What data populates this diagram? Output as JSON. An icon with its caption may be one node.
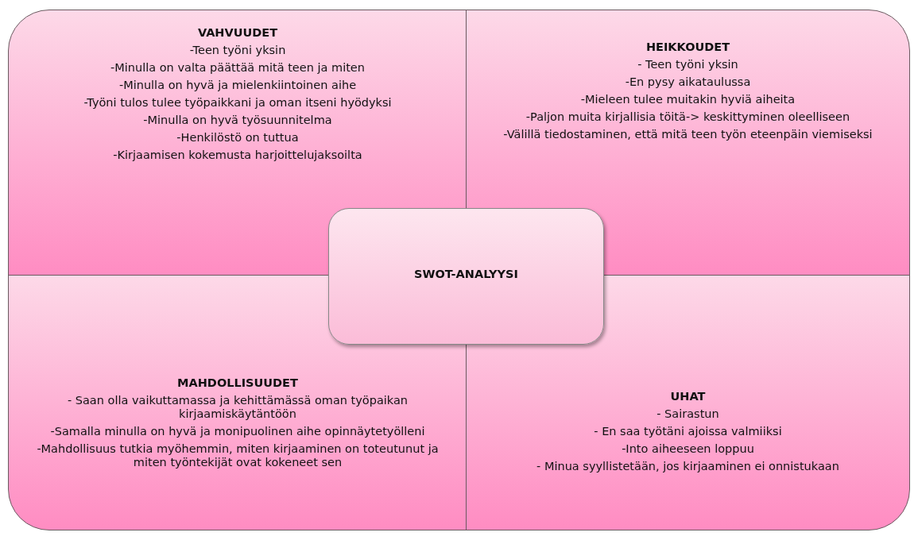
{
  "diagram": {
    "nodes": [
      {
        "text": [
          "VAHVUUDET",
          "-Teen työni yksin",
          "-Minulla on valta päättää mitä teen ja miten",
          "-Minulla on hyvä ja mielenkiintoinen aihe",
          "-Työni tulos tulee työpaikkani ja oman itseni hyödyksi",
          "-Minulla on hyvä työsuunnitelma",
          "-Henkilöstö on tuttua",
          "-Kirjaamisen kokemusta harjoittelujaksoilta"
        ]
      },
      {
        "text": [
          "HEIKKOUDET",
          "- Teen työni yksin",
          "-En pysy aikataulussa",
          "-Mieleen tulee muitakin hyviä aiheita",
          "-Paljon muita kirjallisia töitä-> keskittyminen oleelliseen",
          "-Välillä tiedostaminen, että mitä teen työn eteenpäin viemiseksi"
        ]
      },
      {
        "text": [
          "SWOT-ANALYYSI"
        ]
      },
      {
        "text": [
          "MAHDOLLISUUDET",
          "- Saan olla vaikuttamassa ja kehittämässä oman työpaikan kirjaamiskäytäntöön",
          "-Samalla minulla on hyvä ja monipuolinen aihe opinnäytetyölleni",
          "-Mahdollisuus tutkia myöhemmin, miten kirjaaminen on toteutunut ja miten työntekijät ovat kokeneet sen"
        ]
      },
      {
        "text": [
          "UHAT",
          "- Sairastun",
          "- En saa työtäni ajoissa valmiiksi",
          "-Into aiheeseen loppuu",
          "- Minua syyllistetään, jos kirjaaminen ei onnistukaan"
        ]
      }
    ]
  }
}
